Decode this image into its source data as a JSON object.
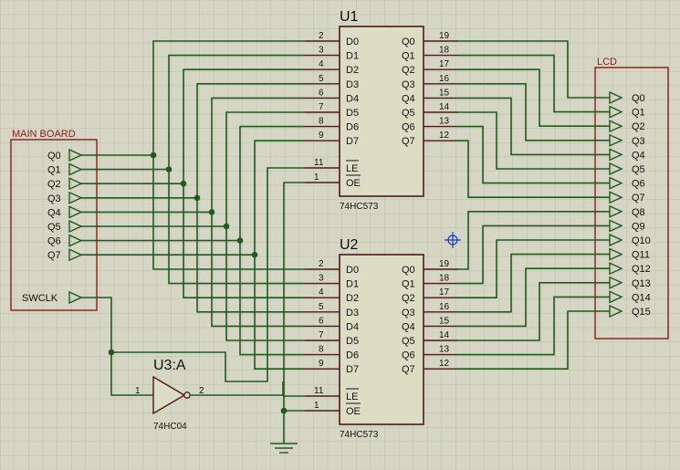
{
  "colors": {
    "background": "#d6d6c4",
    "grid": "#bdbdab",
    "wire": "#1f5a1f",
    "junction": "#1f5a1f",
    "component_outline": "#8b1a1a",
    "chip_fill": "#ddddc6",
    "chip_border": "#4a1a1a",
    "pin_number": "#111111",
    "label": "#111111",
    "component_title": "#8b1a1a",
    "cursor": "#1a3acc"
  },
  "main_board": {
    "title": "MAIN BOARD",
    "pins": [
      "Q0",
      "Q1",
      "Q2",
      "Q3",
      "Q4",
      "Q5",
      "Q6",
      "Q7"
    ],
    "clock_pin": "SWCLK"
  },
  "lcd": {
    "title": "LCD",
    "pins": [
      "Q0",
      "Q1",
      "Q2",
      "Q3",
      "Q4",
      "Q5",
      "Q6",
      "Q7",
      "Q8",
      "Q9",
      "Q10",
      "Q11",
      "Q12",
      "Q13",
      "Q14",
      "Q15"
    ]
  },
  "chips": [
    {
      "ref": "U1",
      "part": "74HC573",
      "d_pins": [
        "D0",
        "D1",
        "D2",
        "D3",
        "D4",
        "D5",
        "D6",
        "D7"
      ],
      "d_numbers": [
        "2",
        "3",
        "4",
        "5",
        "6",
        "7",
        "8",
        "9"
      ],
      "q_pins": [
        "Q0",
        "Q1",
        "Q2",
        "Q3",
        "Q4",
        "Q5",
        "Q6",
        "Q7"
      ],
      "q_numbers": [
        "19",
        "18",
        "17",
        "16",
        "15",
        "14",
        "13",
        "12"
      ],
      "le_pin": "LE",
      "le_number": "11",
      "oe_pin": "OE",
      "oe_number": "1"
    },
    {
      "ref": "U2",
      "part": "74HC573",
      "d_pins": [
        "D0",
        "D1",
        "D2",
        "D3",
        "D4",
        "D5",
        "D6",
        "D7"
      ],
      "d_numbers": [
        "2",
        "3",
        "4",
        "5",
        "6",
        "7",
        "8",
        "9"
      ],
      "q_pins": [
        "Q0",
        "Q1",
        "Q2",
        "Q3",
        "Q4",
        "Q5",
        "Q6",
        "Q7"
      ],
      "q_numbers": [
        "19",
        "18",
        "17",
        "16",
        "15",
        "14",
        "13",
        "12"
      ],
      "le_pin": "LE",
      "le_number": "11",
      "oe_pin": "OE",
      "oe_number": "1"
    }
  ],
  "inverter": {
    "ref": "U3:A",
    "part": "74HC04",
    "in_number": "1",
    "out_number": "2"
  }
}
